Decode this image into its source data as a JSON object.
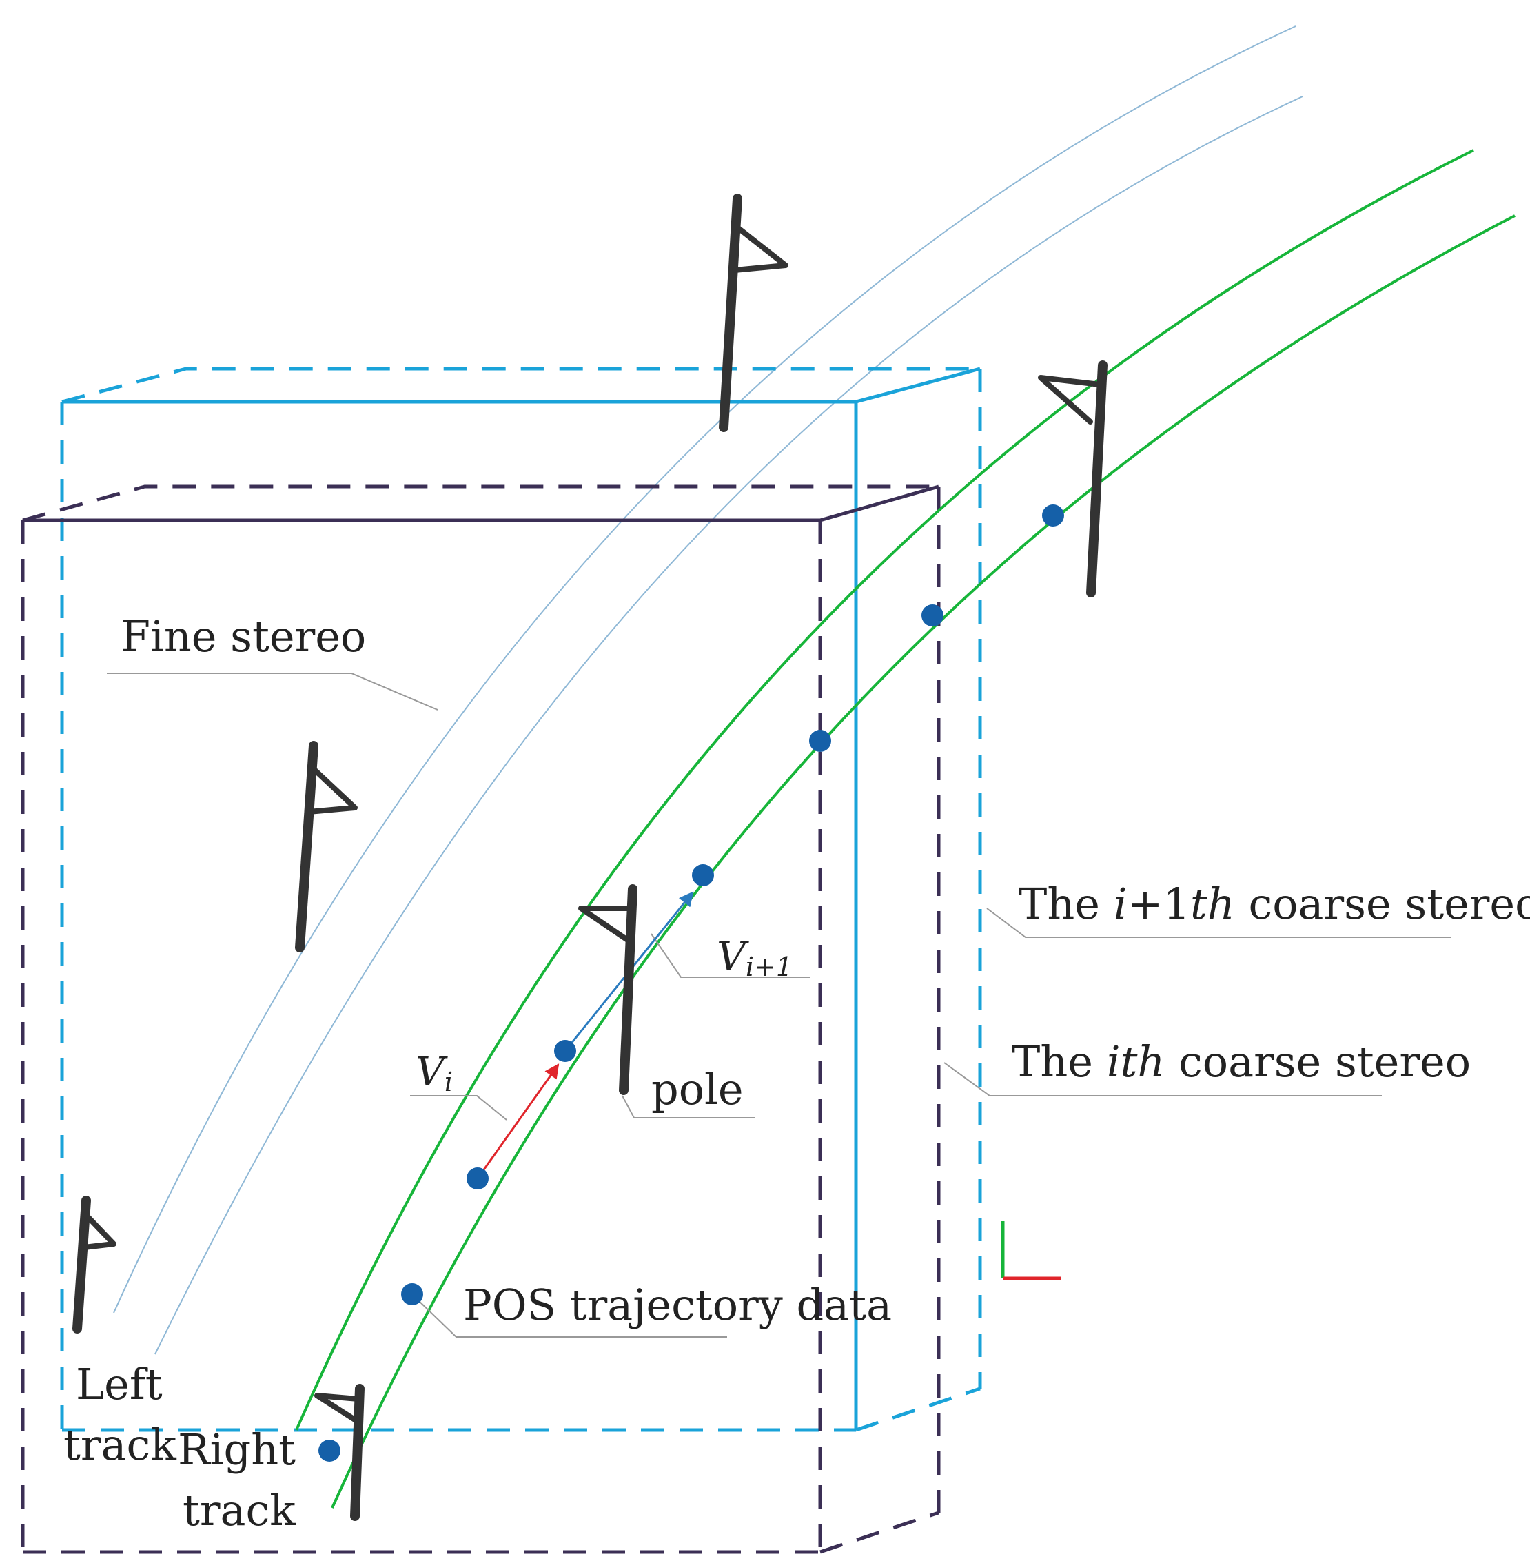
{
  "labels": {
    "fine_stereo": "Fine stereo",
    "next_coarse_pre": "The ",
    "next_coarse_italic": "i",
    "next_coarse_mid": "+1",
    "next_coarse_italic2": "th",
    "next_coarse_post": " coarse stereo",
    "ith_coarse_pre": "The ",
    "ith_coarse_italic": "ith",
    "ith_coarse_post": " coarse stereo",
    "v_next_main": "V",
    "v_next_sub": "i+1",
    "v_i_main": "V",
    "v_i_sub": "i",
    "pole": "pole",
    "pos_trajectory": "POS trajectory data",
    "left_track_line1": "Left",
    "left_track_line2": "track",
    "right_track_line1": "Right",
    "right_track_line2": "track"
  },
  "colors": {
    "next_coarse_box": "#1aa3d9",
    "ith_coarse_box": "#3b2f55",
    "track": "#17b53a",
    "fine_curves": "#8fb8d6",
    "pos_point": "#1560a8",
    "pole": "#333333",
    "vector_i": "#e0252b",
    "vector_next": "#2a7bbf",
    "leader": "#999999",
    "axis_green": "#17b53a",
    "axis_red": "#e0252b"
  },
  "icons": {
    "pole": "pole-flag-icon",
    "pos_point": "trajectory-point-icon",
    "axis": "axis-icon"
  }
}
